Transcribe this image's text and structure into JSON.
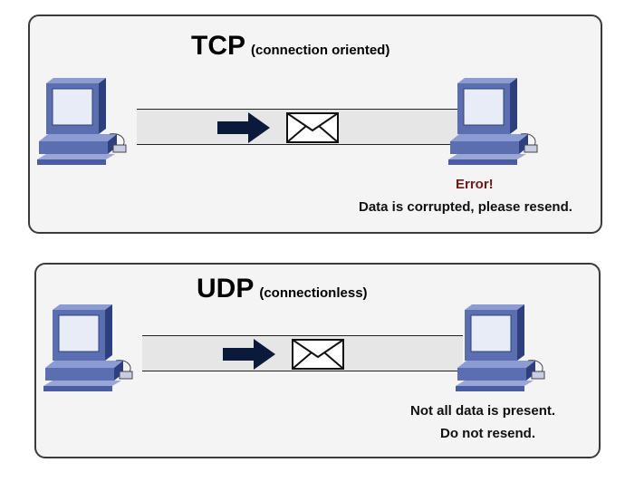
{
  "tcp": {
    "protocol": "TCP",
    "subtitle": "(connection oriented)",
    "error_title": "Error!",
    "error_message": "Data is corrupted, please resend."
  },
  "udp": {
    "protocol": "UDP",
    "subtitle": "(connectionless)",
    "message_line1": "Not all data is present.",
    "message_line2": "Do not resend."
  },
  "colors": {
    "computer_blue": "#5b6fb0",
    "computer_dark": "#2e3f7e",
    "arrow": "#0b1a3a",
    "error_text": "#6b1a1a"
  },
  "icons": [
    "computer-icon",
    "arrow-right-icon",
    "envelope-icon"
  ]
}
